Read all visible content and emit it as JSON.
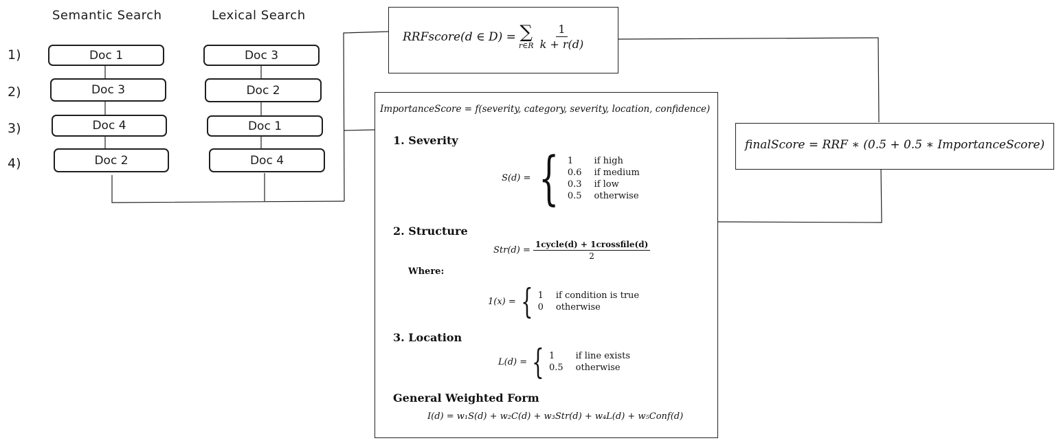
{
  "search": {
    "semantic_title": "Semantic Search",
    "lexical_title": "Lexical Search",
    "ranks": [
      "1)",
      "2)",
      "3)",
      "4)"
    ],
    "semantic_docs": [
      "Doc 1",
      "Doc 3",
      "Doc 4",
      "Doc 2"
    ],
    "lexical_docs": [
      "Doc 3",
      "Doc 2",
      "Doc 1",
      "Doc 4"
    ]
  },
  "rrf": {
    "lhs": "RRFscore(d ∈ D) =",
    "sum": "∑",
    "sum_sub": "r∈R",
    "numerator": "1",
    "denominator": "k + r(d)"
  },
  "importance": {
    "definition": "ImportanceScore = f(severity, category, severity, location, confidence)",
    "severity": {
      "heading": "1.  Severity",
      "lhs": "S(d) =",
      "cases": [
        {
          "value": "1",
          "condition": "if high"
        },
        {
          "value": "0.6",
          "condition": "if medium"
        },
        {
          "value": "0.3",
          "condition": "if low"
        },
        {
          "value": "0.5",
          "condition": "otherwise"
        }
      ]
    },
    "structure": {
      "heading": "2.  Structure",
      "lhs": "Str(d) =",
      "numerator": "1cycle(d) + 1crossfile(d)",
      "denominator": "2",
      "where": "Where:",
      "ind_lhs": "1(x) =",
      "ind_cases": [
        {
          "value": "1",
          "condition": "if condition is true"
        },
        {
          "value": "0",
          "condition": "otherwise"
        }
      ]
    },
    "location": {
      "heading": "3.  Location",
      "lhs": "L(d) =",
      "cases": [
        {
          "value": "1",
          "condition": "if line exists"
        },
        {
          "value": "0.5",
          "condition": "otherwise"
        }
      ]
    },
    "weighted": {
      "heading": "General Weighted Form",
      "formula": "I(d) = w₁S(d) + w₂C(d) + w₃Str(d) + w₄L(d) + w₅Conf(d)"
    }
  },
  "final": {
    "formula": "finalScore = RRF ∗ (0.5 + 0.5 ∗ ImportanceScore)"
  }
}
